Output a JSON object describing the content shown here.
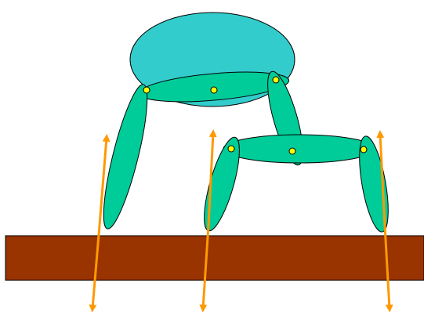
{
  "diagram": {
    "description_free": true,
    "colors": {
      "background": "#ffffff",
      "ground": "#993300",
      "body": "#33cccc",
      "link": "#00cc99",
      "joint": "#ffff00",
      "force_arrow": "#ff9900",
      "outline": "#000000"
    },
    "parts": {
      "ground": "ground-slab",
      "body": "body-ellipse",
      "links": [
        "upper-bar",
        "front-leg",
        "middle-link",
        "lower-bar",
        "middle-leg",
        "rear-leg"
      ],
      "joints": [
        "hip-joint",
        "upper-bar-center-joint",
        "upper-right-joint",
        "middle-leg-joint",
        "lower-bar-center-joint",
        "rear-leg-joint"
      ],
      "arrows": [
        "front-reaction-up",
        "front-reaction-down",
        "middle-reaction-up",
        "middle-reaction-down",
        "rear-reaction-up",
        "rear-reaction-down"
      ]
    }
  }
}
